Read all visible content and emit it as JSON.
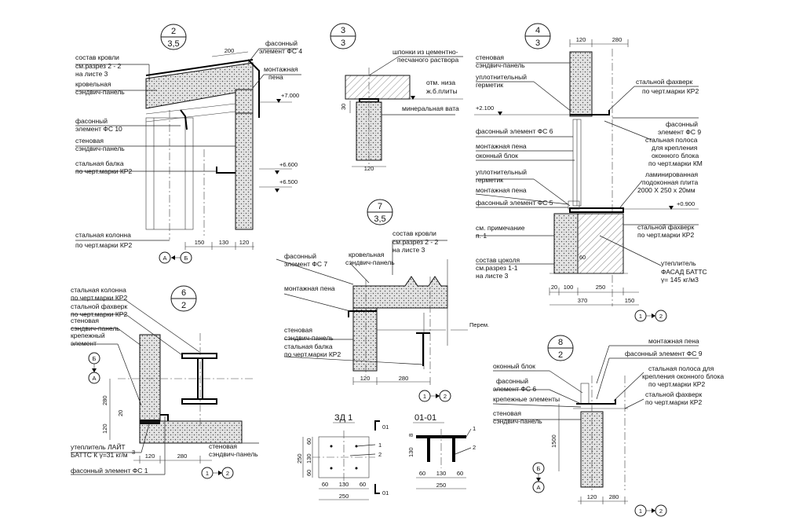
{
  "markers": {
    "m1": {
      "top": "2",
      "bottom": "3,5"
    },
    "m2": {
      "top": "3",
      "bottom": "3"
    },
    "m3": {
      "top": "4",
      "bottom": "3"
    },
    "m4": {
      "top": "7",
      "bottom": "3,5"
    },
    "m5": {
      "top": "6",
      "bottom": "2"
    },
    "m6": {
      "top": "8",
      "bottom": "2"
    }
  },
  "detail_2": {
    "labels": {
      "roof_comp_1": "состав кровли",
      "roof_comp_2": "см.разрез  2 - 2",
      "roof_comp_3": "на листе 3",
      "roof_panel_1": "кровельная",
      "roof_panel_2": "сэндвич-панель",
      "fs4_1": "фасонный",
      "fs4_2": "элемент ФС 4",
      "foam_1": "монтажная",
      "foam_2": "пена",
      "fs10_1": "фасонный",
      "fs10_2": "элемент ФС 10",
      "wall_panel_1": "стеновая",
      "wall_panel_2": "сэндвич-панель",
      "beam_1": "стальная балка",
      "beam_2": "по черт.марки КР2",
      "column_1": "стальная колонна",
      "column_2": "по черт.марки КР2"
    },
    "elev": [
      "+7.000",
      "+6.600",
      "+6.500"
    ],
    "dims": [
      "200",
      "150",
      "130",
      "120"
    ],
    "axis": {
      "a": "А",
      "b": "Б"
    }
  },
  "detail_3": {
    "labels": {
      "keys_1": "шпонки из цементно-",
      "keys_2": "песчаного раствора",
      "slab_1": "отм. низа",
      "slab_2": "ж.б.плиты",
      "wool": "минеральная вата"
    },
    "dims": [
      "30",
      "120"
    ]
  },
  "detail_4": {
    "labels": {
      "wall_panel_1": "стеновая",
      "wall_panel_2": "сэндвич-панель",
      "sealant_1": "уплотнительный",
      "sealant_2": "герметик",
      "girt_1": "стальной  фахверк",
      "girt_2": "по черт.марки КР2",
      "fs9_1": "фасонный",
      "fs9_2": "элемент ФС 9",
      "strip_1": "стальная полоса",
      "strip_2": "для крепления",
      "strip_3": "оконного блока",
      "strip_4": "по черт.марки КМ",
      "fs6": "фасонный элемент ФС 6",
      "foam": "монтажная  пена",
      "window": "оконный  блок",
      "sealant2_1": "уплотнительный",
      "sealant2_2": "герметик",
      "sill_1": "ламинированная",
      "sill_2": "подоконная плита",
      "sill_3": "2000 Х 250 х 20мм",
      "foam2": "монтажная  пена",
      "fs5": "фасонный элемент ФС 5",
      "girt2_1": "стальной фахверк",
      "girt2_2": "по черт.марки КР2",
      "note_1": "см. примечание",
      "note_2": "п. 1",
      "plinth_1": "состав цоколя",
      "plinth_2": "см.разрез 1-1",
      "plinth_3": "на листе 3",
      "insul_1": "утеплитель",
      "insul_2": "ФАСАД БАТТС",
      "insul_3": "γ= 145 кг/м3"
    },
    "elev": [
      "+2.100",
      "+0.900"
    ],
    "dims": [
      "120",
      "280",
      "60",
      "20",
      "100",
      "250",
      "370",
      "150"
    ],
    "axis": {
      "from": "1",
      "to": "2"
    }
  },
  "detail_7": {
    "labels": {
      "roof_comp_1": "состав кровли",
      "roof_comp_2": "см.разрез  2 - 2",
      "roof_comp_3": "на листе 3",
      "fs7_1": "фасонный",
      "fs7_2": "элемент ФС 7",
      "roof_panel_1": "кровельная",
      "roof_panel_2": "сэндвич-панель",
      "foam": "монтажная пена",
      "wall_panel_1": "стеновая",
      "wall_panel_2": "сэндвич-панель",
      "beam_1": "стальная балка",
      "beam_2": "по черт.марки КР2",
      "drop": "Перем."
    },
    "dims": [
      "120",
      "280"
    ],
    "axis": {
      "from": "1",
      "to": "2"
    }
  },
  "detail_6": {
    "labels": {
      "column_1": "стальная колонна",
      "column_2": "по черт.марки КР2",
      "girt_1": "стальной фахверк",
      "girt_2": "по черт.марки КР2",
      "wall_panel_1": "стеновая",
      "wall_panel_2": "сэндвич-панель",
      "fix_1": "крепежный",
      "fix_2": "элемент",
      "insul_1": "утеплитель ЛАЙТ",
      "insul_2": "БАТТС К γ=31 кг/м",
      "insul_sup": "3",
      "fs1": "фасонный элемент ФС 1",
      "wall_panel2_1": "стеновая",
      "wall_panel2_2": "сэндвич-панель"
    },
    "dims": [
      "280",
      "20",
      "120",
      "120",
      "280"
    ],
    "axis": {
      "a": "А",
      "b": "Б",
      "from": "1",
      "to": "2"
    }
  },
  "detail_zd1": {
    "title": "ЗД 1",
    "section": "01",
    "callouts": [
      "1",
      "2"
    ],
    "dims": [
      "60",
      "130",
      "60",
      "250",
      "60",
      "130",
      "60",
      "250"
    ]
  },
  "detail_0101": {
    "title": "01-01",
    "callouts": [
      "1",
      "2"
    ],
    "dims": [
      "8",
      "130",
      "60",
      "130",
      "60",
      "250"
    ]
  },
  "detail_8": {
    "labels": {
      "foam": "монтажная пена",
      "fs9": "фасонный элемент ФС 9",
      "window": "оконный  блок",
      "strip_1": "стальная полоса для",
      "strip_2": "крепления оконного блока",
      "strip_3": "по черт.марки КР2",
      "fs6_1": "фасонный",
      "fs6_2": "элемент ФС 6",
      "fix": "крепежные элементы",
      "girt_1": "стальной фахверк",
      "girt_2": "по черт.марки КР2",
      "wall_panel_1": "стеновая",
      "wall_panel_2": "сэндвич-панель"
    },
    "dims": [
      "1500",
      "120",
      "280"
    ],
    "axis": {
      "a": "Б",
      "b": "А",
      "from": "1",
      "to": "2"
    }
  }
}
